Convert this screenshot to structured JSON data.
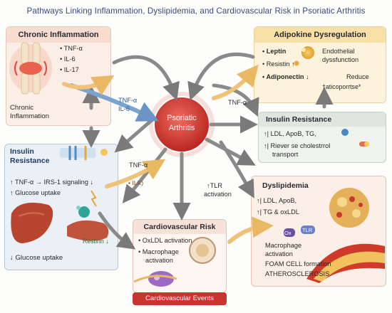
{
  "title": "Pathways Linking Inflammation, Dyslipidemia, and Cardiovascular Risk in Psoriatic Arthritis",
  "center": {
    "line1": "Psoriatic",
    "line2": "Arthritis"
  },
  "chronic_inflammation": {
    "header": "Chronic Inflammation",
    "bullets": [
      "TNF-α",
      "IL-6",
      "IL-17"
    ],
    "caption_line1": "Chronic",
    "caption_line2": "Inflammation"
  },
  "adipokine": {
    "header": "Adipokine Dysregulation",
    "leptin": "Leptin",
    "resistin": "Resistin ↑",
    "adiponectin": "Adiponectin ↓",
    "endo_line1": "Endothelial",
    "endo_line2": "dyssfunction",
    "reduce": "Reduce",
    "aticop": "†aticoporrtse*"
  },
  "insulin_right": {
    "header": "Insulin Resistance",
    "line1": "↑| LDL, ApoB, TG,",
    "line2a": "↑| Riever se cholestrrol",
    "line2b": "transport"
  },
  "insulin_left": {
    "header1": "Insulin",
    "header2": "Resistance",
    "line1": "↑ TNF-α → IRS-1 signaling ↓",
    "line2": "↑ Glucose uptake",
    "restinn": "Restinn ↓",
    "bottom": "↓ Glucose uptake"
  },
  "dyslipidemia": {
    "header": "Dyslipidemia",
    "line1": "↑| LDL, ApoB,",
    "line2": "↑| TG & oxLDL",
    "tag1": "Ox",
    "tag2": "TLR",
    "mac1": "Macrophage",
    "mac2": "activation",
    "foam": "FOAM CELL formation",
    "athero": "ATHEROSCLEROSIS"
  },
  "cardio": {
    "header": "Cardiovascular Risk",
    "b1": "OxLDL activation",
    "b2a": "Macrophage",
    "b2b": "activation",
    "events": "Cardiovascular Events"
  },
  "labels": {
    "tnf_il6_a": "TNF-α",
    "tnf_il6_b": "IL-6",
    "tnf_right": "TNF-α",
    "tnf_left": "TNF-α",
    "ilk": "• ILK)",
    "tlr_a": "↑TLR",
    "tlr_b": "activation"
  },
  "colors": {
    "title": "#3a4a7a",
    "center_red": "#d23a33",
    "inflammation_bg": "#fbeee6",
    "adipokine_bg": "#fdf3dc",
    "insulin_bg": "#eef3ee",
    "dyslipidemia_bg": "#fbefe8",
    "cardio_banner": "#c8352f"
  }
}
